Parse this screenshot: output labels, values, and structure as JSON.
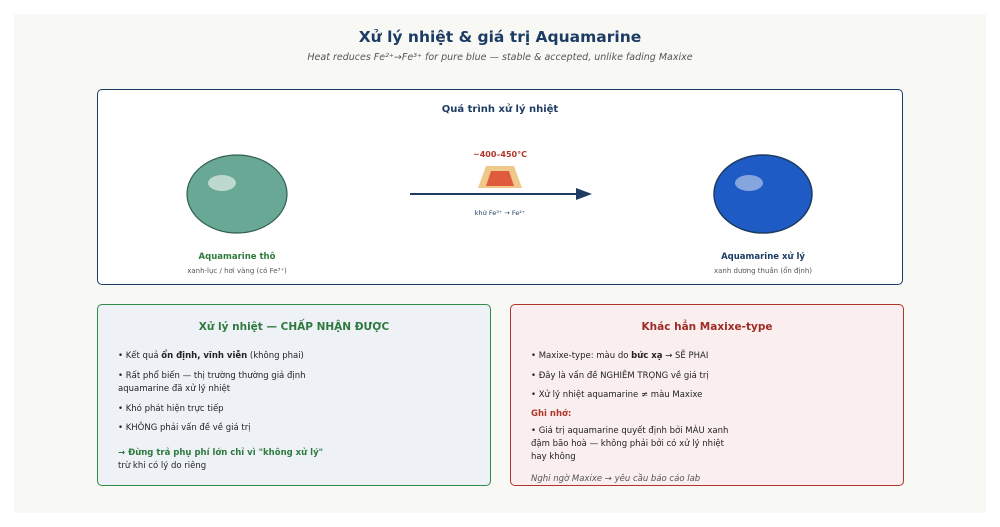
{
  "title": "Xử lý nhiệt & giá trị Aquamarine",
  "subtitle": "Heat reduces Fe²⁺→Fe³⁺ for pure blue — stable & accepted, unlike fading Maxixe",
  "process": {
    "title": "Quá trình xử lý nhiệt",
    "temperature": "~400–450°C",
    "arrow_label": "khử Fe³⁺ → Fe²⁺",
    "raw": {
      "label": "Aquamarine thô",
      "sub": "xanh-lục / hơi vàng (có Fe³⁺)"
    },
    "treated": {
      "label": "Aquamarine xử lý",
      "sub": "xanh dương thuần (ổn định)"
    }
  },
  "accepted": {
    "title": "Xử lý nhiệt — CHẤP NHẬN ĐƯỢC",
    "item1_prefix": "• Kết quả ",
    "item1_bold": "ổn định, vĩnh viễn",
    "item1_suffix": " (không phai)",
    "item2_line1": "• Rất phổ biến — thị trường thường giả định",
    "item2_line2": "aquamarine đã xử lý nhiệt",
    "item3": "• Khó phát hiện trực tiếp",
    "item4": "• KHÔNG phải vấn đề về giá trị",
    "conclusion_bold": "→ Đừng trả phụ phí lớn chỉ vì \"không xử lý\"",
    "conclusion_rest": "trừ khi có lý do riêng"
  },
  "maxixe": {
    "title": "Khác hẳn Maxixe-type",
    "item1_prefix": "• Maxixe-type: màu do ",
    "item1_bold": "bức xạ",
    "item1_suffix": " → SẼ PHAI",
    "item2": "• Đây là vấn đề NGHIÊM TRỌNG về giá trị",
    "item3": "• Xử lý nhiệt aquamarine ≠ màu Maxixe",
    "note_title": "Ghi nhớ:",
    "note_line1": "• Giá trị aquamarine quyết định bởi MÀU xanh",
    "note_line2": "đậm bão hoà — không phải bởi có xử lý nhiệt",
    "note_line3": "hay không",
    "footer": "Nghi ngờ Maxixe → yêu cầu báo cáo lab"
  },
  "colors": {
    "navy": "#1d3c63",
    "raw_stone": "#6aa896",
    "treated_stone": "#1f5bc4",
    "green": "#2e8b4a",
    "red": "#b0352a"
  }
}
